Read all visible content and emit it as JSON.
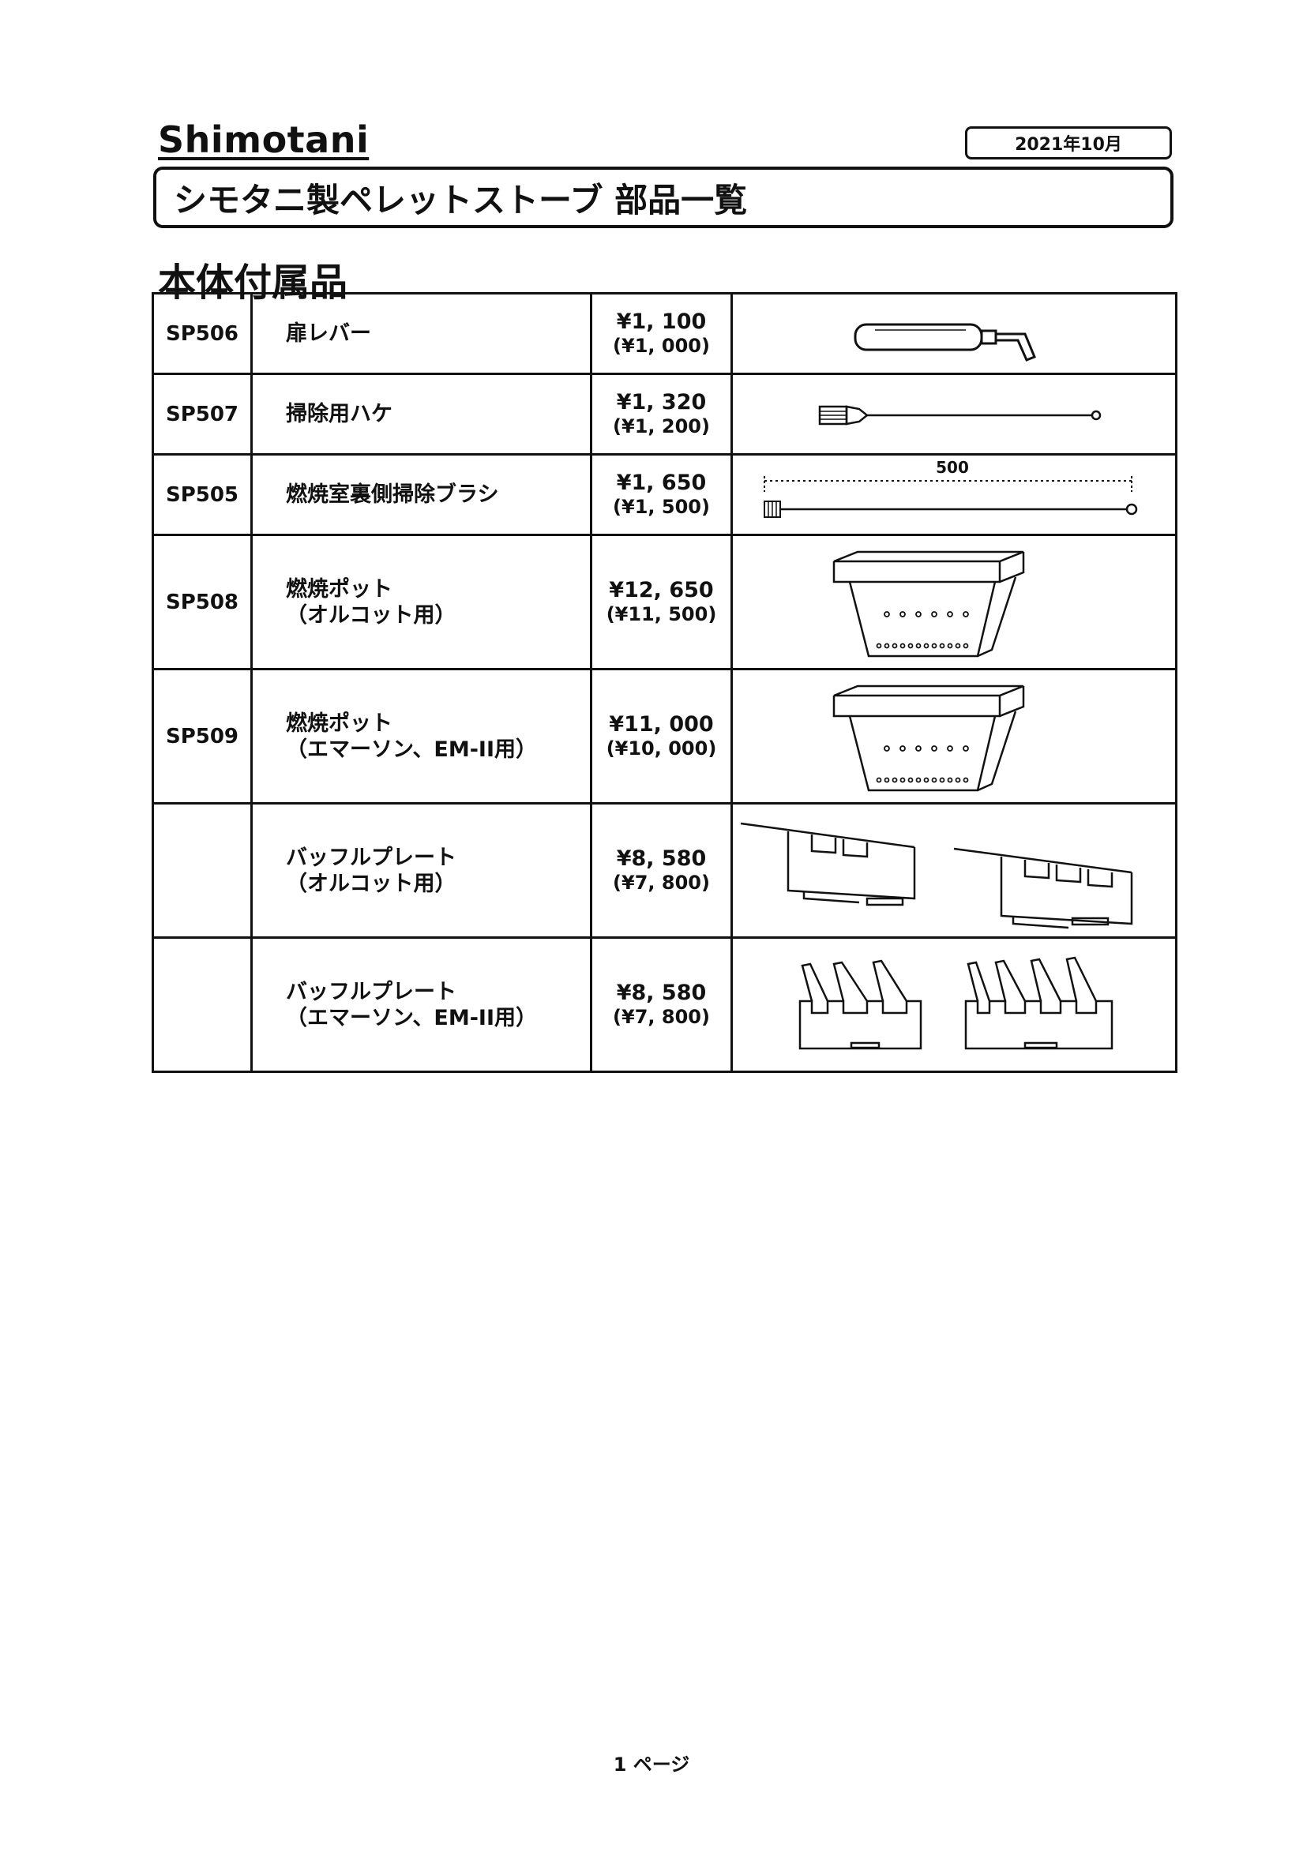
{
  "header": {
    "brand": "Shimotani",
    "date": "2021年10月",
    "title": "シモタニ製ペレットストーブ 部品一覧"
  },
  "section": {
    "title": "本体付属品"
  },
  "rows": [
    {
      "code": "SP506",
      "name_line1": "扉レバー",
      "name_line2": "",
      "price": "¥1, 100",
      "price_ex_tax": "(¥1, 000)",
      "illustration": "door-lever-icon"
    },
    {
      "code": "SP507",
      "name_line1": "掃除用ハケ",
      "name_line2": "",
      "price": "¥1, 320",
      "price_ex_tax": "(¥1, 200)",
      "illustration": "cleaning-brush-icon"
    },
    {
      "code": "SP505",
      "name_line1": "燃焼室裏側掃除ブラシ",
      "name_line2": "",
      "price": "¥1, 650",
      "price_ex_tax": "(¥1, 500)",
      "illustration": "long-brush-icon",
      "dimension_label": "500"
    },
    {
      "code": "SP508",
      "name_line1": "燃焼ポット",
      "name_line2": "（オルコット用）",
      "price": "¥12, 650",
      "price_ex_tax": "(¥11, 500)",
      "illustration": "combustion-pot-icon"
    },
    {
      "code": "SP509",
      "name_line1": "燃焼ポット",
      "name_line2": "（エマーソン、EM-II用）",
      "price": "¥11, 000",
      "price_ex_tax": "(¥10, 000)",
      "illustration": "combustion-pot-icon"
    },
    {
      "code": "",
      "name_line1": "バッフルプレート",
      "name_line2": "（オルコット用）",
      "price": "¥8, 580",
      "price_ex_tax": "(¥7, 800)",
      "illustration": "baffle-plate-icon"
    },
    {
      "code": "",
      "name_line1": "バッフルプレート",
      "name_line2": "（エマーソン、EM-II用）",
      "price": "¥8, 580",
      "price_ex_tax": "(¥7, 800)",
      "illustration": "baffle-fin-plate-icon"
    }
  ],
  "footer": {
    "page": "1 ページ"
  }
}
